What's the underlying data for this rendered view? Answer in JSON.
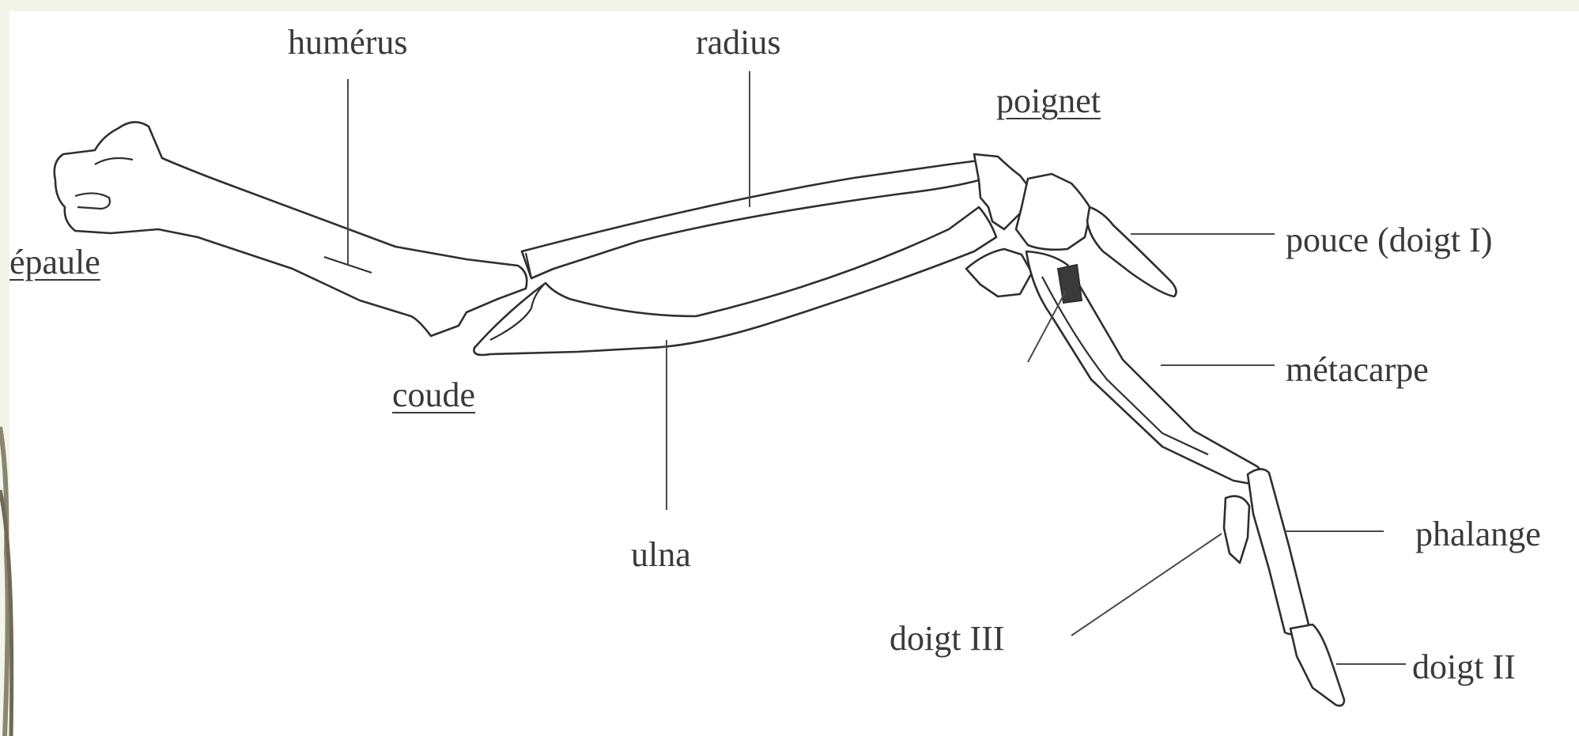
{
  "labels": {
    "humerus": "humérus",
    "radius": "radius",
    "poignet": "poignet",
    "epaule": "épaule",
    "coude": "coude",
    "ulna": "ulna",
    "pouce": "pouce (doigt I)",
    "metacarpe": "métacarpe",
    "phalange": "phalange",
    "doigt3": "doigt III",
    "doigt2": "doigt II"
  },
  "colors": {
    "background": "#f3f4ea",
    "sheet": "#ffffff",
    "ink": "#2f2f2f"
  }
}
